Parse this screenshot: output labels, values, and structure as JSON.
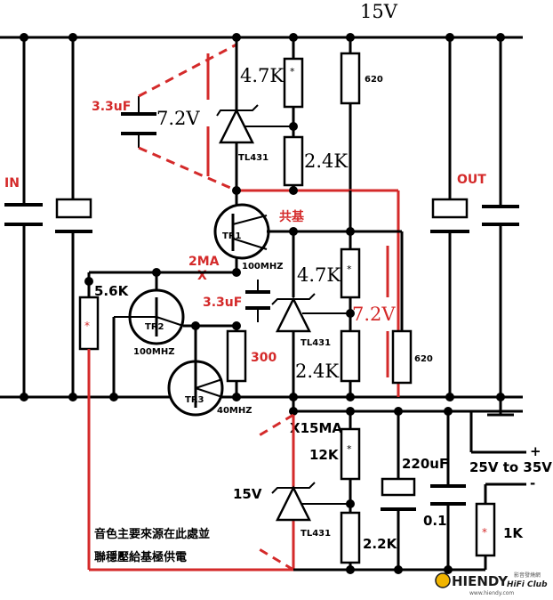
{
  "supply_label": "15V",
  "io": {
    "in": "IN",
    "out": "OUT"
  },
  "upper_regulator": {
    "cap_label": "3.3uF",
    "zener_label": "7.2V",
    "r_top_label": "4.7K",
    "r_bottom_label": "2.4K",
    "ic_label": "TL431",
    "r_right_label": "620"
  },
  "tr1": {
    "name": "TR1",
    "freq": "100MHZ",
    "note": "共基"
  },
  "bias": {
    "current": "2MA",
    "mark": "X"
  },
  "middle_regulator": {
    "cap_label": "3.3uF",
    "r_top_label": "4.7K",
    "zener_label": "7.2V",
    "ic_label": "TL431",
    "r_bottom_label": "2.4K",
    "r_right_label": "620"
  },
  "tr2": {
    "name": "TR2",
    "freq": "100MHZ"
  },
  "tr3": {
    "name": "TR3",
    "freq": "40MHZ"
  },
  "r_56k_label": "5.6K",
  "r_300_label": "300",
  "lower_regulator": {
    "current": "X15MA",
    "r_top_label": "12K",
    "zener_label": "15V",
    "ic_label": "TL431",
    "r_bottom_label": "2.2K",
    "cap_big_label": "220uF",
    "cap_small_label": "0.1",
    "input_label": "25V to 35V",
    "plus": "+",
    "minus": "-",
    "r_right_label": "1K"
  },
  "annotation": {
    "line1": "音色主要來源在此處並",
    "line2": "聯穩壓給基極供電"
  },
  "star": "*",
  "logo": {
    "main": "HIENDY",
    "sub": "影音發燒網",
    "club": "HiFi Club",
    "url": "www.hiendy.com"
  },
  "colors": {
    "wire": "#000000",
    "highlight": "#d42a2a"
  }
}
